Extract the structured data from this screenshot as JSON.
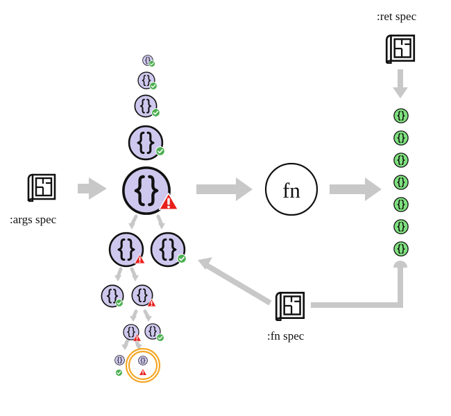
{
  "labels": {
    "args_spec": ":args spec",
    "ret_spec": ":ret spec",
    "fn_spec": ":fn spec",
    "fn_node": "fn"
  },
  "icons": {
    "spec": "blueprint-spec-icon",
    "map": "curly-braces-map-icon",
    "pass": "green-check-badge-icon",
    "fail": "red-warning-triangle-icon",
    "function": "fn-circle-icon",
    "highlight": "orange-ring-icon"
  },
  "colors": {
    "map_fill": "#cfc8ee",
    "valid_fill": "#7ee07e",
    "arrow": "#c8c8c8",
    "check": "#4caf50",
    "warning": "#e8201c",
    "highlight": "#f5a623",
    "stroke": "#111111"
  },
  "diagram": {
    "generated_args_count": 4,
    "shrink_steps": [
      {
        "level": 1,
        "nodes": [
          "fail",
          "pass"
        ]
      },
      {
        "level": 2,
        "nodes": [
          "pass",
          "fail"
        ]
      },
      {
        "level": 3,
        "nodes": [
          "fail",
          "pass"
        ]
      },
      {
        "level": 4,
        "nodes": [
          "pass",
          "fail"
        ]
      }
    ],
    "failing_root": "fail",
    "minimal_failing_case": "highlighted",
    "valid_return_count": 7
  }
}
